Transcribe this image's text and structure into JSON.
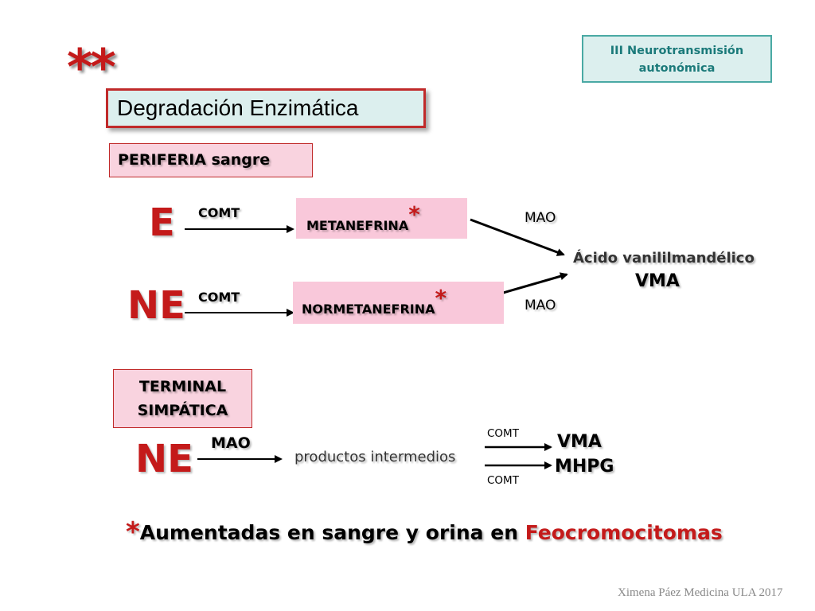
{
  "header": {
    "line1": "III Neurotransmisión",
    "line2": "autonómica"
  },
  "stars": "**",
  "title": "Degradación Enzimática",
  "periferia_label": "PERIFERIA sangre",
  "row_e": {
    "source": "E",
    "enzyme": "COMT",
    "product": "METANEFRINA",
    "star": "*",
    "enzyme2": "MAO"
  },
  "row_ne": {
    "source": "NE",
    "enzyme": "COMT",
    "product": "NORMETANEFRINA",
    "star": "*",
    "enzyme2": "MAO"
  },
  "result": {
    "name": "Ácido vanililmandélico",
    "abbr": "VMA"
  },
  "terminal_label": {
    "line1": "TERMINAL",
    "line2": "SIMPÁTICA"
  },
  "row_terminal": {
    "source": "NE",
    "enzyme": "MAO",
    "intermediate": "productos intermedios",
    "enzyme_top": "COMT",
    "enzyme_bottom": "COMT",
    "product1": "VMA",
    "product2": "MHPG"
  },
  "footnote": {
    "star": "*",
    "text": "Aumentadas en sangre y orina en ",
    "highlight": "Feocromocitomas"
  },
  "credit": "Ximena Páez Medicina ULA 2017",
  "colors": {
    "accent_red": "#c41a1a",
    "teal": "#1b7a7a",
    "pink_box": "#f9c8da"
  }
}
